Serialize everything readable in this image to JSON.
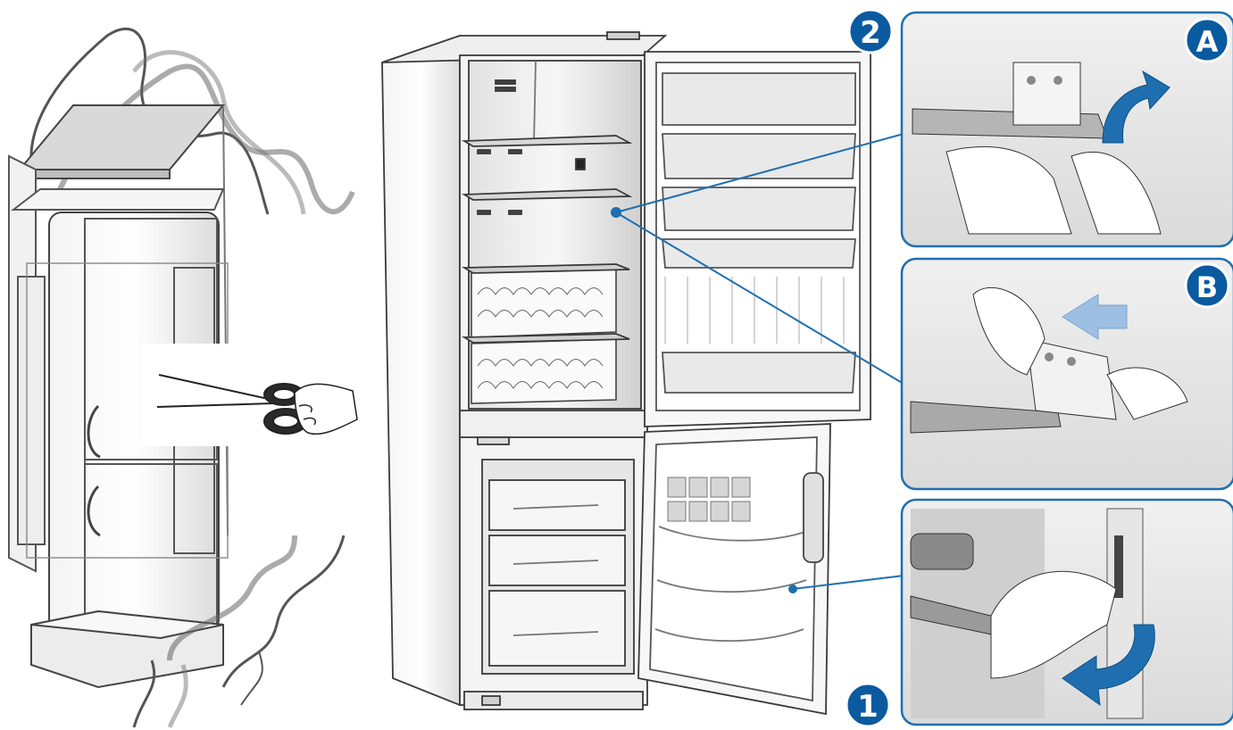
{
  "labels": {
    "step_1": "1",
    "step_2": "2",
    "detail_a": "A",
    "detail_b": "B"
  },
  "icons": {
    "scissors": "scissors-icon",
    "rotate_up": "curved-arrow-up-icon",
    "push_left": "arrow-left-icon",
    "rotate_down": "curved-arrow-down-icon"
  },
  "colors": {
    "callout_blue": "#1f6fb0",
    "badge_blue": "#0a5aa0",
    "arrow_light": "#9cbfe3",
    "line_gray": "#4a4a4a",
    "panel_bg": "#e9e9e9"
  }
}
